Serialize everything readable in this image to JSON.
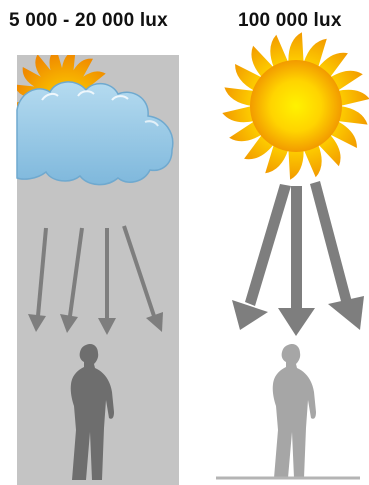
{
  "panels": [
    {
      "label": "5 000 - 20 000 lux",
      "condition": "cloudy"
    },
    {
      "label": "100 000 lux",
      "condition": "sunny"
    }
  ],
  "colors": {
    "overcast_background": "#c4c4c4",
    "cloud": "#8fc4e2",
    "cloud_outline": "#6fa9cf",
    "sun_core": "#ffe600",
    "sun_rays": "#f7a400",
    "arrow": "#7e7e7e",
    "person_dark": "#6e6e6e",
    "person_light": "#a6a6a6",
    "ground": "#b4b4b4"
  },
  "icons": [
    "sun-icon",
    "cloud-icon",
    "arrow-icon",
    "person-icon"
  ]
}
